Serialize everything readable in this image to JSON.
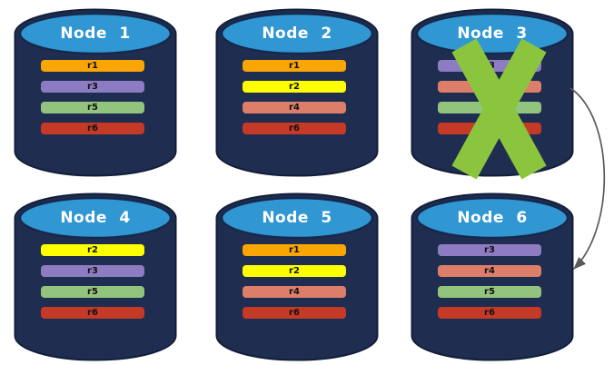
{
  "palette": {
    "background": "#FFFFFF",
    "cylinder_body": "#1E2D50",
    "cylinder_border": "#131F3A",
    "cylinder_top": "#3097D3",
    "cylinder_top_border": "#16294C",
    "node_label_color": "#FFFFFF",
    "replica_label_color": "#111111"
  },
  "nodes": [
    {
      "label": "Node 1",
      "replicas": [
        {
          "label": "r1",
          "color": "#F9A602"
        },
        {
          "label": "r3",
          "color": "#8E7CC3"
        },
        {
          "label": "r5",
          "color": "#93C47D"
        },
        {
          "label": "r6",
          "color": "#C43A26"
        }
      ]
    },
    {
      "label": "Node 2",
      "replicas": [
        {
          "label": "r1",
          "color": "#F9A602"
        },
        {
          "label": "r2",
          "color": "#FDFE00"
        },
        {
          "label": "r4",
          "color": "#DD7E6B"
        },
        {
          "label": "r6",
          "color": "#C43A26"
        }
      ]
    },
    {
      "label": "Node 3",
      "replicas": [
        {
          "label": "r3",
          "color": "#8E7CC3"
        },
        {
          "label": "r4",
          "color": "#DD7E6B"
        },
        {
          "label": "r5",
          "color": "#93C47D"
        },
        {
          "label": "r6",
          "color": "#C43A26"
        }
      ]
    },
    {
      "label": "Node 4",
      "replicas": [
        {
          "label": "r2",
          "color": "#FDFE00"
        },
        {
          "label": "r3",
          "color": "#8E7CC3"
        },
        {
          "label": "r5",
          "color": "#93C47D"
        },
        {
          "label": "r6",
          "color": "#C43A26"
        }
      ]
    },
    {
      "label": "Node 5",
      "replicas": [
        {
          "label": "r1",
          "color": "#F9A602"
        },
        {
          "label": "r2",
          "color": "#FDFE00"
        },
        {
          "label": "r4",
          "color": "#DD7E6B"
        },
        {
          "label": "r6",
          "color": "#C43A26"
        }
      ]
    },
    {
      "label": "Node 6",
      "replicas": [
        {
          "label": "r3",
          "color": "#8E7CC3"
        },
        {
          "label": "r4",
          "color": "#DD7E6B"
        },
        {
          "label": "r5",
          "color": "#93C47D"
        },
        {
          "label": "r6",
          "color": "#C43A26"
        }
      ]
    }
  ],
  "annotations": {
    "failure_mark": {
      "node": "Node 3",
      "symbol": "X",
      "color": "#8BC53E"
    },
    "arrow": {
      "from": "Node 3",
      "to": "Node 6",
      "color": "#5A5A5A"
    }
  }
}
